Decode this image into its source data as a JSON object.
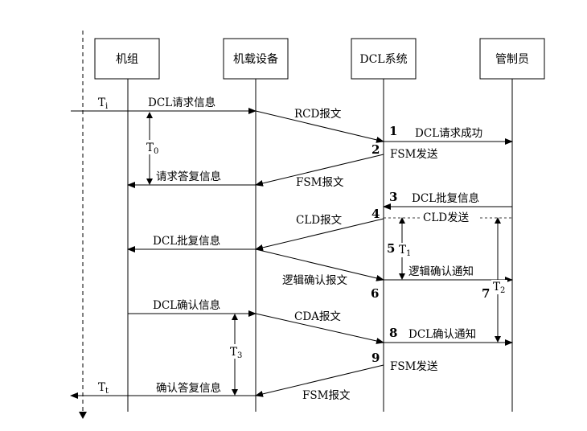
{
  "participants": [
    {
      "id": "aircrew",
      "label": "机组"
    },
    {
      "id": "airborne",
      "label": "机载设备"
    },
    {
      "id": "dcl",
      "label": "DCL系统"
    },
    {
      "id": "controller",
      "label": "管制员"
    }
  ],
  "messages": {
    "dcl_request_info": "DCL请求信息",
    "rcd_msg": "RCD报文",
    "dcl_request_success": "DCL请求成功",
    "fsm_send_1": "FSM发送",
    "request_reply_info": "请求答复信息",
    "fsm_msg_1": "FSM报文",
    "dcl_approval_info_ctrl": "DCL批复信息",
    "cld_msg": "CLD报文",
    "cld_send": "CLD发送",
    "dcl_approval_info_crew": "DCL批复信息",
    "logical_ack_msg": "逻辑确认报文",
    "logical_ack_notice": "逻辑确认通知",
    "dcl_confirm_info": "DCL确认信息",
    "cda_msg": "CDA报文",
    "dcl_confirm_notice": "DCL确认通知",
    "fsm_send_2": "FSM发送",
    "confirm_reply_info": "确认答复信息",
    "fsm_msg_2": "FSM报文"
  },
  "steps": [
    "1",
    "2",
    "3",
    "4",
    "5",
    "6",
    "7",
    "8",
    "9"
  ],
  "timers": {
    "ti": {
      "base": "T",
      "sub": "i"
    },
    "t0": {
      "base": "T",
      "sub": "0"
    },
    "t1": {
      "base": "T",
      "sub": "1"
    },
    "t2": {
      "base": "T",
      "sub": "2"
    },
    "t3": {
      "base": "T",
      "sub": "3"
    },
    "tt": {
      "base": "T",
      "sub": "t"
    }
  }
}
